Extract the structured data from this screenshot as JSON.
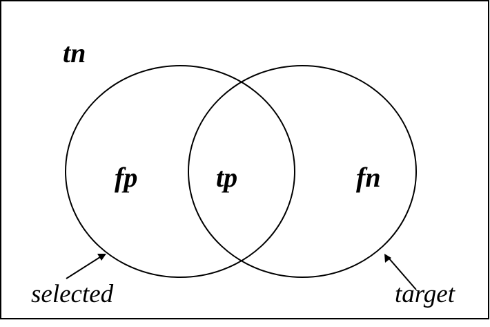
{
  "diagram": {
    "type": "venn",
    "colors": {
      "stroke": "#000000",
      "background": "#ffffff"
    },
    "regions": {
      "outside": "tn",
      "selected_only": "fp",
      "intersection": "tp",
      "target_only": "fn"
    },
    "sets": {
      "left": "selected",
      "right": "target"
    }
  }
}
